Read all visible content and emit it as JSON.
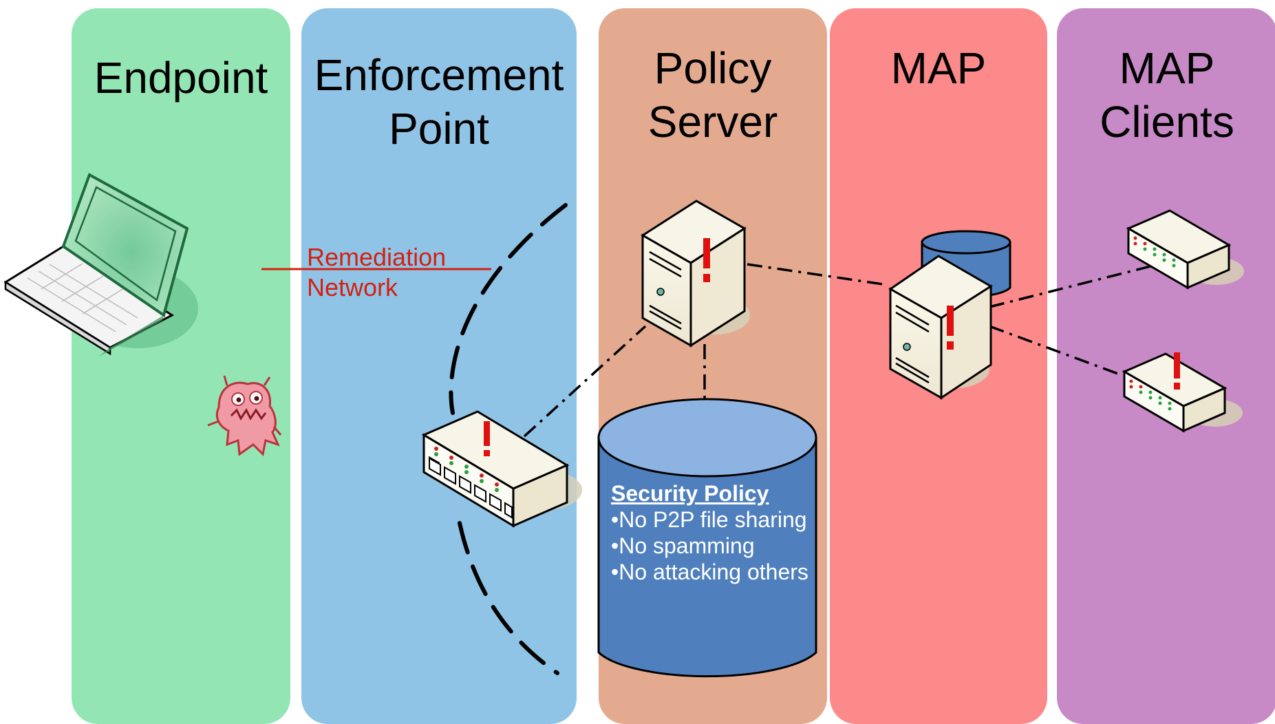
{
  "lanes": {
    "endpoint": {
      "title": "Endpoint",
      "color": "#93e6b3"
    },
    "enforcement": {
      "title": "Enforcement\nPoint",
      "color": "#90c4e6"
    },
    "policy_server": {
      "title": "Policy\nServer",
      "color": "#e4aa90"
    },
    "map": {
      "title": "MAP",
      "color": "#fd8a8a"
    },
    "map_clients": {
      "title": "MAP\nClients",
      "color": "#c78ac6"
    }
  },
  "remediation_network": {
    "line1": "Remediation",
    "line2": "Network"
  },
  "security_policy": {
    "heading": "Security Policy",
    "items": [
      "•No P2P file sharing",
      "•No spamming",
      "•No attacking others"
    ]
  },
  "icons": [
    "laptop-icon",
    "virus-monster-icon",
    "network-switch-icon",
    "server-icon",
    "database-icon",
    "map-client-device-icon"
  ],
  "colors": {
    "alert_red": "#e01010",
    "remediation_red": "#d42010",
    "database_blue": "#4f80bd"
  }
}
